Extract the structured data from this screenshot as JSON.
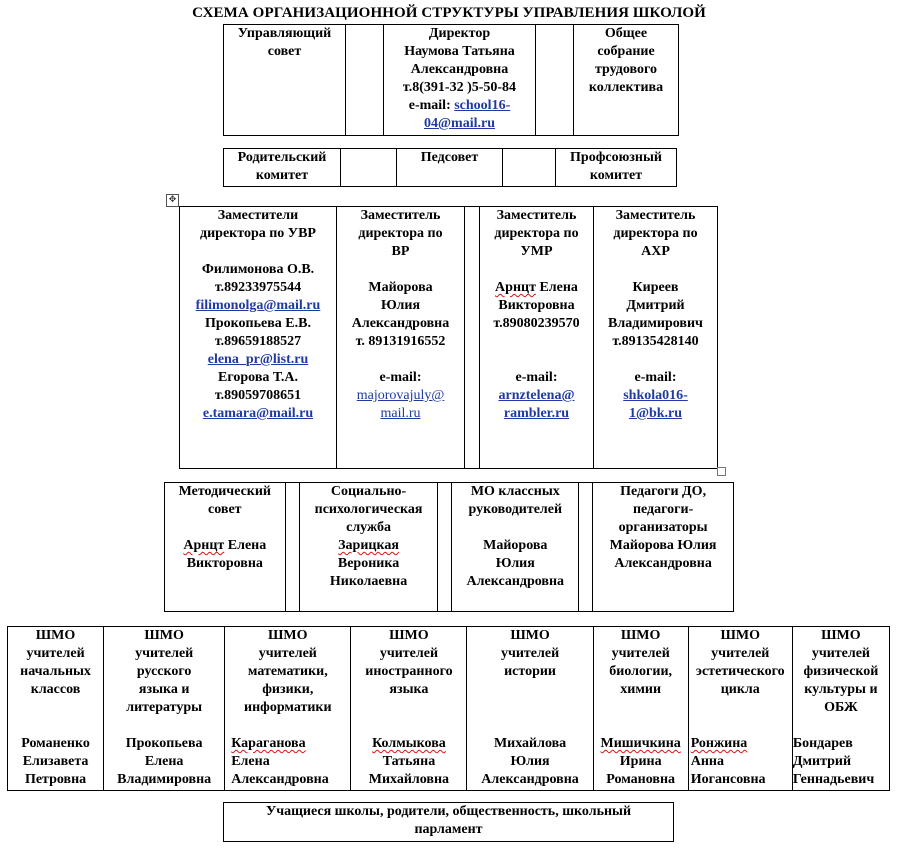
{
  "title": "СХЕМА ОРГАНИЗАЦИОННОЙ СТРУКТУРЫ УПРАВЛЕНИЯ ШКОЛОЙ",
  "top_row": {
    "board": [
      "Управляющий",
      "совет"
    ],
    "director": {
      "role": "Директор",
      "name1": "Наумова Татьяна",
      "name2": "Александровна",
      "phone": "т.8(391-32 )5-50-84",
      "email_label": "e-mail:",
      "email1": "school16-",
      "email2": "04@mail.ru"
    },
    "assembly": [
      "Общее",
      "собрание",
      "трудового",
      "коллектива"
    ]
  },
  "second_row": {
    "parents": [
      "Родительский",
      "комитет"
    ],
    "pedsovet": "Педсовет",
    "union": [
      "Профсоюзный",
      "комитет"
    ]
  },
  "deputies": {
    "uvr": {
      "title": [
        "Заместители",
        "директора по УВР"
      ],
      "p1_name": "Филимонова О.В.",
      "p1_phone": "т.89233975544",
      "p1_email": "filimonolga@mail.ru",
      "p2_name": "Прокопьева Е.В.",
      "p2_phone": "т.89659188527",
      "p2_email": "elena_pr@list.ru",
      "p3_name": "Егорова Т.А.",
      "p3_phone": "т.89059708651",
      "p3_email": "e.tamara@mail.ru"
    },
    "vr": {
      "title": [
        "Заместитель",
        "директора по",
        "ВР"
      ],
      "name": [
        "Майорова",
        "Юлия",
        "Александровна"
      ],
      "phone": "т. 89131916552",
      "email_label": "e-mail:",
      "email1": "majorovajuly@",
      "email2": "mail.ru"
    },
    "umr": {
      "title": [
        "Заместитель",
        "директора по",
        "УМР"
      ],
      "name_a": "Арнцт",
      "name_b": " Елена",
      "name2": "Викторовна",
      "phone": "т.89080239570",
      "email_label": "e-mail:",
      "email1": "arnztelena@",
      "email2": "rambler.ru"
    },
    "axr": {
      "title": [
        "Заместитель",
        "директора по",
        "АХР"
      ],
      "name": [
        "Киреев",
        "Дмитрий",
        "Владимирович"
      ],
      "phone": "т.89135428140",
      "email_label": "e-mail:",
      "email1": "shkola016-",
      "email2": "1@bk.ru"
    }
  },
  "councils": {
    "method": {
      "title": [
        "Методический",
        "совет"
      ],
      "name_a": "Арнцт",
      "name_b": " Елена",
      "name2": "Викторовна"
    },
    "social": {
      "title": [
        "Социально-",
        "психологическая",
        "служба"
      ],
      "name1": "Зарицкая",
      "name2": "Вероника",
      "name3": "Николаевна"
    },
    "mo": {
      "title": [
        "МО классных",
        "руководителей"
      ],
      "name": [
        "Майорова",
        "Юлия",
        "Александровна"
      ]
    },
    "ped": {
      "title": [
        "Педагоги ДО,",
        "педагоги-",
        "организаторы"
      ],
      "name": [
        "Майорова Юлия",
        "Александровна"
      ]
    }
  },
  "shmo": [
    {
      "title": [
        "ШМО",
        "учителей",
        "начальных",
        "классов"
      ],
      "name": [
        "Романенко",
        "Елизавета",
        "Петровна"
      ]
    },
    {
      "title": [
        "ШМО",
        "учителей",
        "русского",
        "языка и",
        "литературы"
      ],
      "name": [
        "Прокопьева",
        "Елена",
        "Владимировна"
      ]
    },
    {
      "title": [
        "ШМО",
        "учителей",
        "математики,",
        "физики,",
        "информатики"
      ],
      "name": [
        "Караганова",
        "Елена",
        "Александровна"
      ]
    },
    {
      "title": [
        "ШМО",
        "учителей",
        "иностранного",
        "языка"
      ],
      "name": [
        "Колмыкова",
        "Татьяна",
        "Михайловна"
      ]
    },
    {
      "title": [
        "ШМО",
        "учителей",
        "истории"
      ],
      "name": [
        "Михайлова",
        "Юлия",
        "Александровна"
      ]
    },
    {
      "title": [
        "ШМО",
        "учителей",
        "биологии,",
        "химии"
      ],
      "name": [
        "Мишичкина",
        "Ирина",
        "Романовна"
      ]
    },
    {
      "title": [
        "ШМО",
        "учителей",
        "эстетического",
        "цикла"
      ],
      "name": [
        "Ронжина",
        "Анна",
        "Иогансовна"
      ]
    },
    {
      "title": [
        "ШМО",
        "учителей",
        "физической",
        "культуры и",
        "ОБЖ"
      ],
      "name": [
        "Бондарев",
        "Дмитрий",
        "Геннадьевич"
      ]
    }
  ],
  "bottom": [
    "Учащиеся школы, родители, общественность, школьный",
    "парламент"
  ]
}
